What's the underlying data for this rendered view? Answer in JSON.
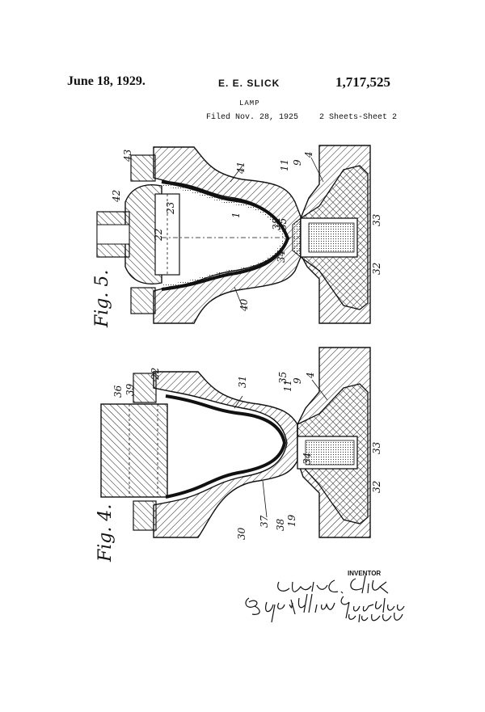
{
  "header": {
    "date": "June 18, 1929.",
    "inventor_name": "E. E. SLICK",
    "patent_number": "1,717,525",
    "title": "LAMP",
    "filed": "Filed Nov. 28, 1925",
    "sheets": "2 Sheets-Sheet 2"
  },
  "figures": [
    {
      "label": "Fig. 5.",
      "refs": [
        "43",
        "42",
        "23",
        "22",
        "1",
        "41",
        "11",
        "9",
        "4",
        "38",
        "35",
        "33",
        "34",
        "32",
        "40"
      ]
    },
    {
      "label": "Fig. 4.",
      "refs": [
        "36",
        "39",
        "22",
        "31",
        "35",
        "11",
        "9",
        "4",
        "33",
        "34",
        "32",
        "30",
        "37",
        "38",
        "19"
      ]
    }
  ],
  "inventor_caption": "INVENTOR"
}
